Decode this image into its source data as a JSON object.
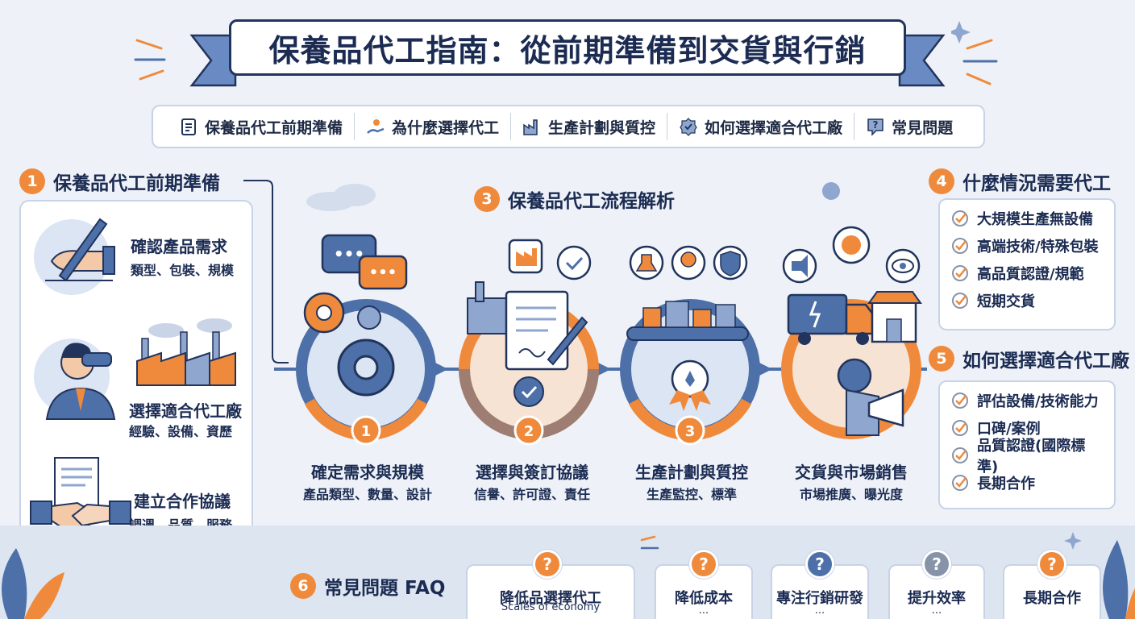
{
  "title": "保養品代工指南：從前期準備到交貨與行銷",
  "nav": [
    {
      "label": "保養品代工前期準備",
      "icon": "clipboard-icon"
    },
    {
      "label": "為什麼選擇代工",
      "icon": "hand-person-icon"
    },
    {
      "label": "生產計劃與質控",
      "icon": "factory-icon"
    },
    {
      "label": "如何選擇適合代工廠",
      "icon": "badge-check-icon"
    },
    {
      "label": "常見問題",
      "icon": "question-icon"
    }
  ],
  "section1": {
    "num": "1",
    "heading": "保養品代工前期準備",
    "items": [
      {
        "title": "確認產品需求",
        "sub": "類型、包裝、規模"
      },
      {
        "title": "選擇適合代工廠",
        "sub": "經驗、設備、資歷"
      },
      {
        "title": "建立合作協議",
        "sub": "調週、品質、服務"
      }
    ]
  },
  "section3": {
    "num": "3",
    "heading": "保養品代工流程解析",
    "steps": [
      {
        "num": "1",
        "title": "確定需求與規模",
        "sub": "產品類型、數量、設計"
      },
      {
        "num": "2",
        "title": "選擇與簽訂協議",
        "sub": "信譽、許可證、責任"
      },
      {
        "num": "3",
        "title": "生產計劃與質控",
        "sub": "生產監控、標準"
      },
      {
        "num": "",
        "title": "交貨與市場銷售",
        "sub": "市場推廣、曝光度"
      }
    ]
  },
  "section4": {
    "num": "4",
    "heading": "什麼情況需要代工",
    "items": [
      "大規模生產無設備",
      "高端技術/特殊包裝",
      "高品質認證/規範",
      "短期交貨"
    ]
  },
  "section5": {
    "num": "5",
    "heading": "如何選擇適合代工廠",
    "items": [
      "評估設備/技術能力",
      "口碑/案例",
      "品質認證(國際標準)",
      "長期合作"
    ]
  },
  "section6": {
    "num": "6",
    "heading": "常見問題 FAQ",
    "cards": [
      {
        "q": "?",
        "title": "降低品選擇代工",
        "sub": "Scales of economy"
      },
      {
        "q": "?",
        "title": "降低成本",
        "sub": "..."
      },
      {
        "q": "?",
        "title": "專注行銷研發",
        "sub": "..."
      },
      {
        "q": "?",
        "title": "提升效率",
        "sub": "..."
      },
      {
        "q": "?",
        "title": "長期合作",
        "sub": ""
      }
    ]
  },
  "colors": {
    "accent": "#ef8a3c",
    "navy": "#1b2b52",
    "blue": "#4d70a8",
    "lightBlue": "#dbe5f3"
  }
}
